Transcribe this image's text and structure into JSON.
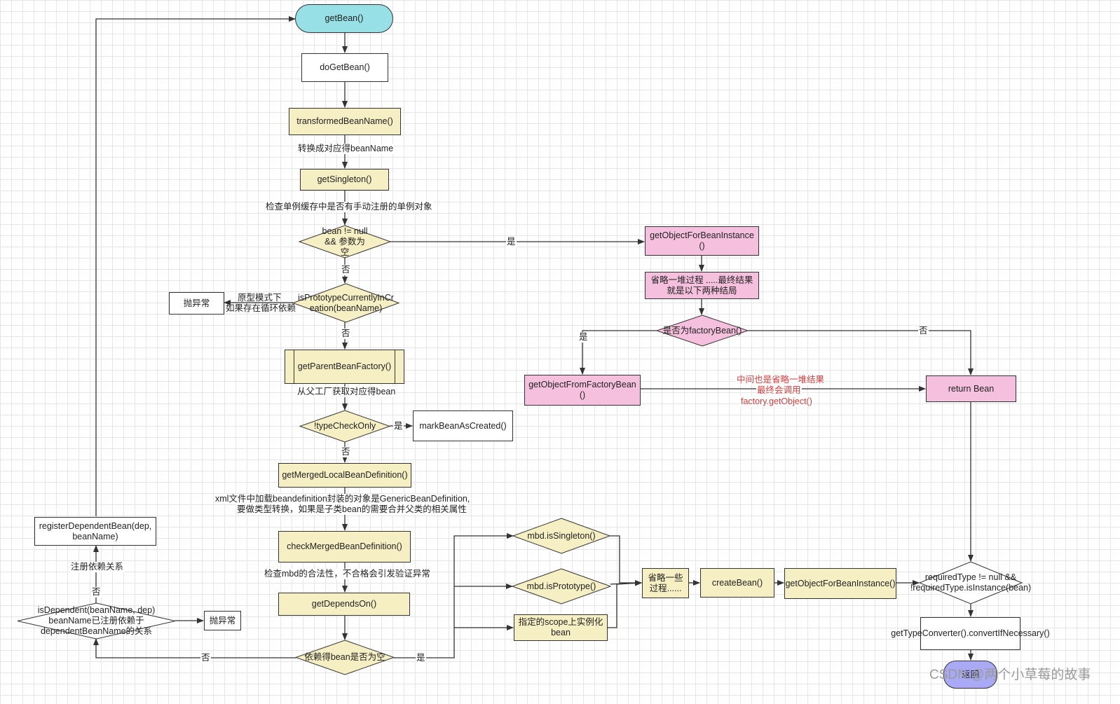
{
  "nodes": {
    "getBean": "getBean()",
    "doGetBean": "doGetBean()",
    "transformedBeanName": "transformedBeanName()",
    "getSingleton": "getSingleton()",
    "beanNotNull": "bean != null && 参数为空",
    "isPrototypeCurrentlyInCreation": "isPrototypeCurrentlyInCreation(beanName)",
    "throwLeft": "抛异常",
    "getParentBeanFactory": "getParentBeanFactory()",
    "typeCheckOnly": "!typeCheckOnly",
    "markBeanAsCreated": "markBeanAsCreated()",
    "getMergedLocalBeanDefinition": "getMergedLocalBeanDefinition()",
    "checkMergedBeanDefinition": "checkMergedBeanDefinition()",
    "getDependsOn": "getDependsOn()",
    "dependsEmpty": "依赖得bean是否为空",
    "isDependent": "isDependent(beanName, dep) beanName已注册依赖于 dependentBeanName的关系",
    "throwBottom": "抛异常",
    "registerDependentBean": "registerDependentBean(dep, beanName)",
    "mbdIsSingleton": "mbd.isSingleton()",
    "mbdIsPrototype": "mbd.isPrototype()",
    "scopeBean": "指定的scope上实例化bean",
    "omitProcess": "省略一些过程......",
    "createBean": "createBean()",
    "getObjectForBeanInstanceBottom": "getObjectForBeanInstance()",
    "requiredTypeCheck": "requiredType != null && !requiredType.isInstance(bean)",
    "getTypeConverter": "getTypeConverter().convertIfNecessary()",
    "returnEnd": "返回",
    "getObjectForBeanInstanceTop": "getObjectForBeanInstance()",
    "omitResults": "省略一堆过程 .....最终结果就是以下两种结局",
    "isFactoryBean": "是否为factoryBean()",
    "getObjectFromFactoryBean": "getObjectFromFactoryBean()",
    "returnBean": "return Bean"
  },
  "labels": {
    "toBeanName": "转换成对应得beanName",
    "checkSingletonCache": "检查单例缓存中是否有手动注册的单例对象",
    "yesSingleton": "是",
    "noSingleton": "否",
    "prototypeLoop1": "原型模式下",
    "prototypeLoop2": "如果存在循环依赖",
    "noPrototype": "否",
    "fromParent": "从父工厂获取对应得bean",
    "yesTypeCheck": "是",
    "noTypeCheck": "否",
    "xmlNote1": "xml文件中加载beandefinition封装的对象是GenericBeanDefinition,",
    "xmlNote2": "要做类型转换，如果是子类bean的需要合并父类的相关属性",
    "checkMbd": "检查mbd的合法性，不合格会引发验证异常",
    "noDepends": "否",
    "yesDepends": "是",
    "noDependent": "否",
    "registerRelation": "注册依赖关系",
    "yesFactory": "是",
    "noFactory": "否",
    "omitNote1": "中间也是省略一堆结果",
    "omitNote2": "最终会调用",
    "omitNote3": "factory.getObject()",
    "watermark": "CSDN @两个小草莓的故事"
  },
  "colors": {
    "cyan": "#96e0e6",
    "yellow": "#f7efc4",
    "pink": "#f5c0dd",
    "lavender": "#a9a9f5",
    "noteRed": "#e03a3a"
  }
}
